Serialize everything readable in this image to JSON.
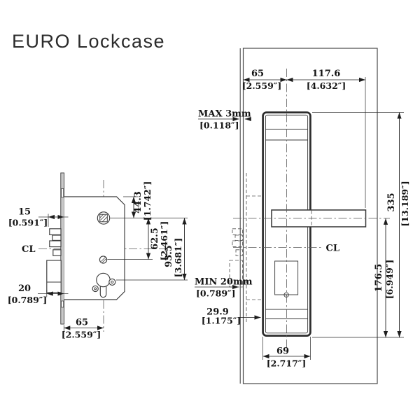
{
  "title": "EURO Lockcase",
  "colors": {
    "line": "#3b3b3b",
    "dimension": "#1d1d1d",
    "centerline": "#5a5a5a",
    "background": "#ffffff"
  },
  "left_view": {
    "cl_label": "CL",
    "dims": {
      "latch_protrusion": {
        "mm": "15",
        "inch": "[0.591″]"
      },
      "deadbolt_protrusion": {
        "mm": "20",
        "inch": "[0.789″]"
      },
      "backset": {
        "mm": "65",
        "inch": "[2.559″]"
      },
      "top_to_spindle": {
        "mm": "44.3",
        "inch": "[1.742″]"
      },
      "spindle_to_aux": {
        "mm": "62.5",
        "inch": "[2.461″]"
      },
      "spindle_to_cylinder": {
        "mm": "93.5",
        "inch": "[3.681″]"
      }
    }
  },
  "right_view": {
    "cl_label": "CL",
    "dims": {
      "edge_to_center": {
        "mm": "65",
        "inch": "[2.559″]"
      },
      "center_to_handle_end": {
        "mm": "117.6",
        "inch": "[4.632″]"
      },
      "max_gap": {
        "label": "MAX 3mm",
        "inch": "[0.118″]"
      },
      "min_throw": {
        "label": "MIN 20mm",
        "inch": "[0.789″]"
      },
      "bottom_section": {
        "mm": "29.9",
        "inch": "[1.175″]"
      },
      "plate_width": {
        "mm": "69",
        "inch": "[2.717″]"
      },
      "plate_height": {
        "mm": "335",
        "inch": "[13.189″]"
      },
      "handle_cl_to_bottom": {
        "mm": "176.5",
        "inch": "[6.949″]"
      }
    }
  }
}
